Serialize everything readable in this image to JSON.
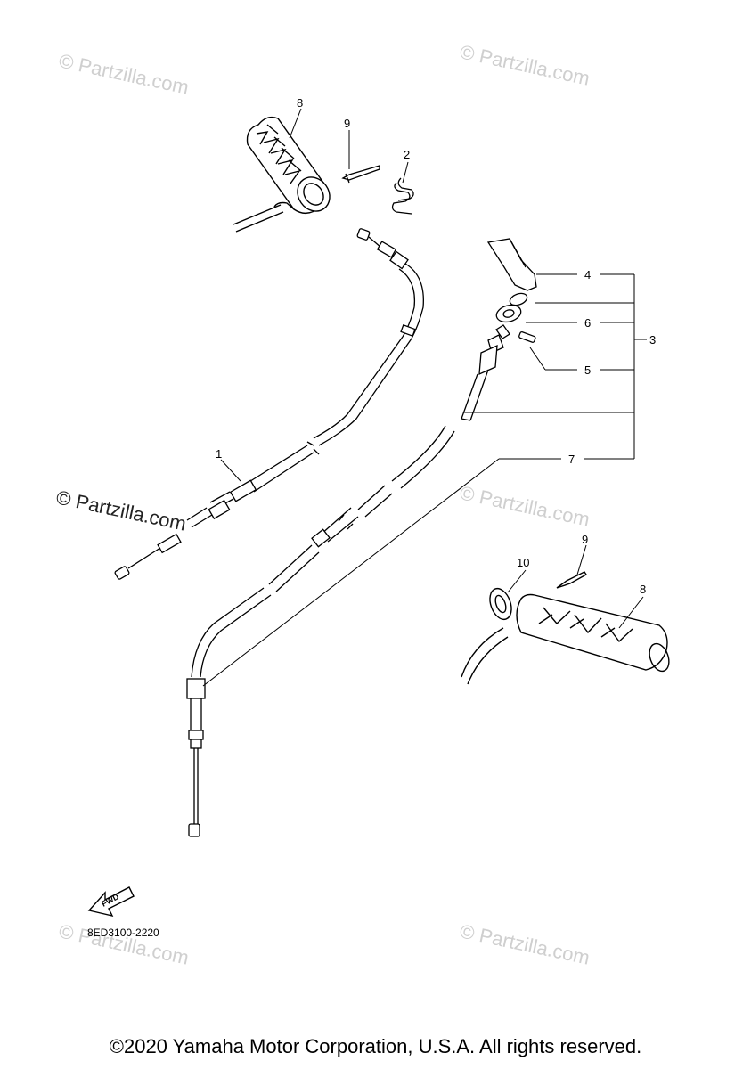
{
  "watermarks": {
    "faint": "© Partzilla.com",
    "dark": "© Partzilla.com"
  },
  "callouts": {
    "p1": "1",
    "p2": "2",
    "p3": "3",
    "p4": "4",
    "p5": "5",
    "p6": "6",
    "p7": "7",
    "p8": "8",
    "p9": "9",
    "p10": "10"
  },
  "fwd_label": "FWD",
  "diagram_code": "8ED3100-2220",
  "copyright": "©2020 Yamaha Motor Corporation, U.S.A. All rights reserved.",
  "colors": {
    "line": "#000000",
    "watermark": "#cfcfcf",
    "background": "#ffffff"
  }
}
